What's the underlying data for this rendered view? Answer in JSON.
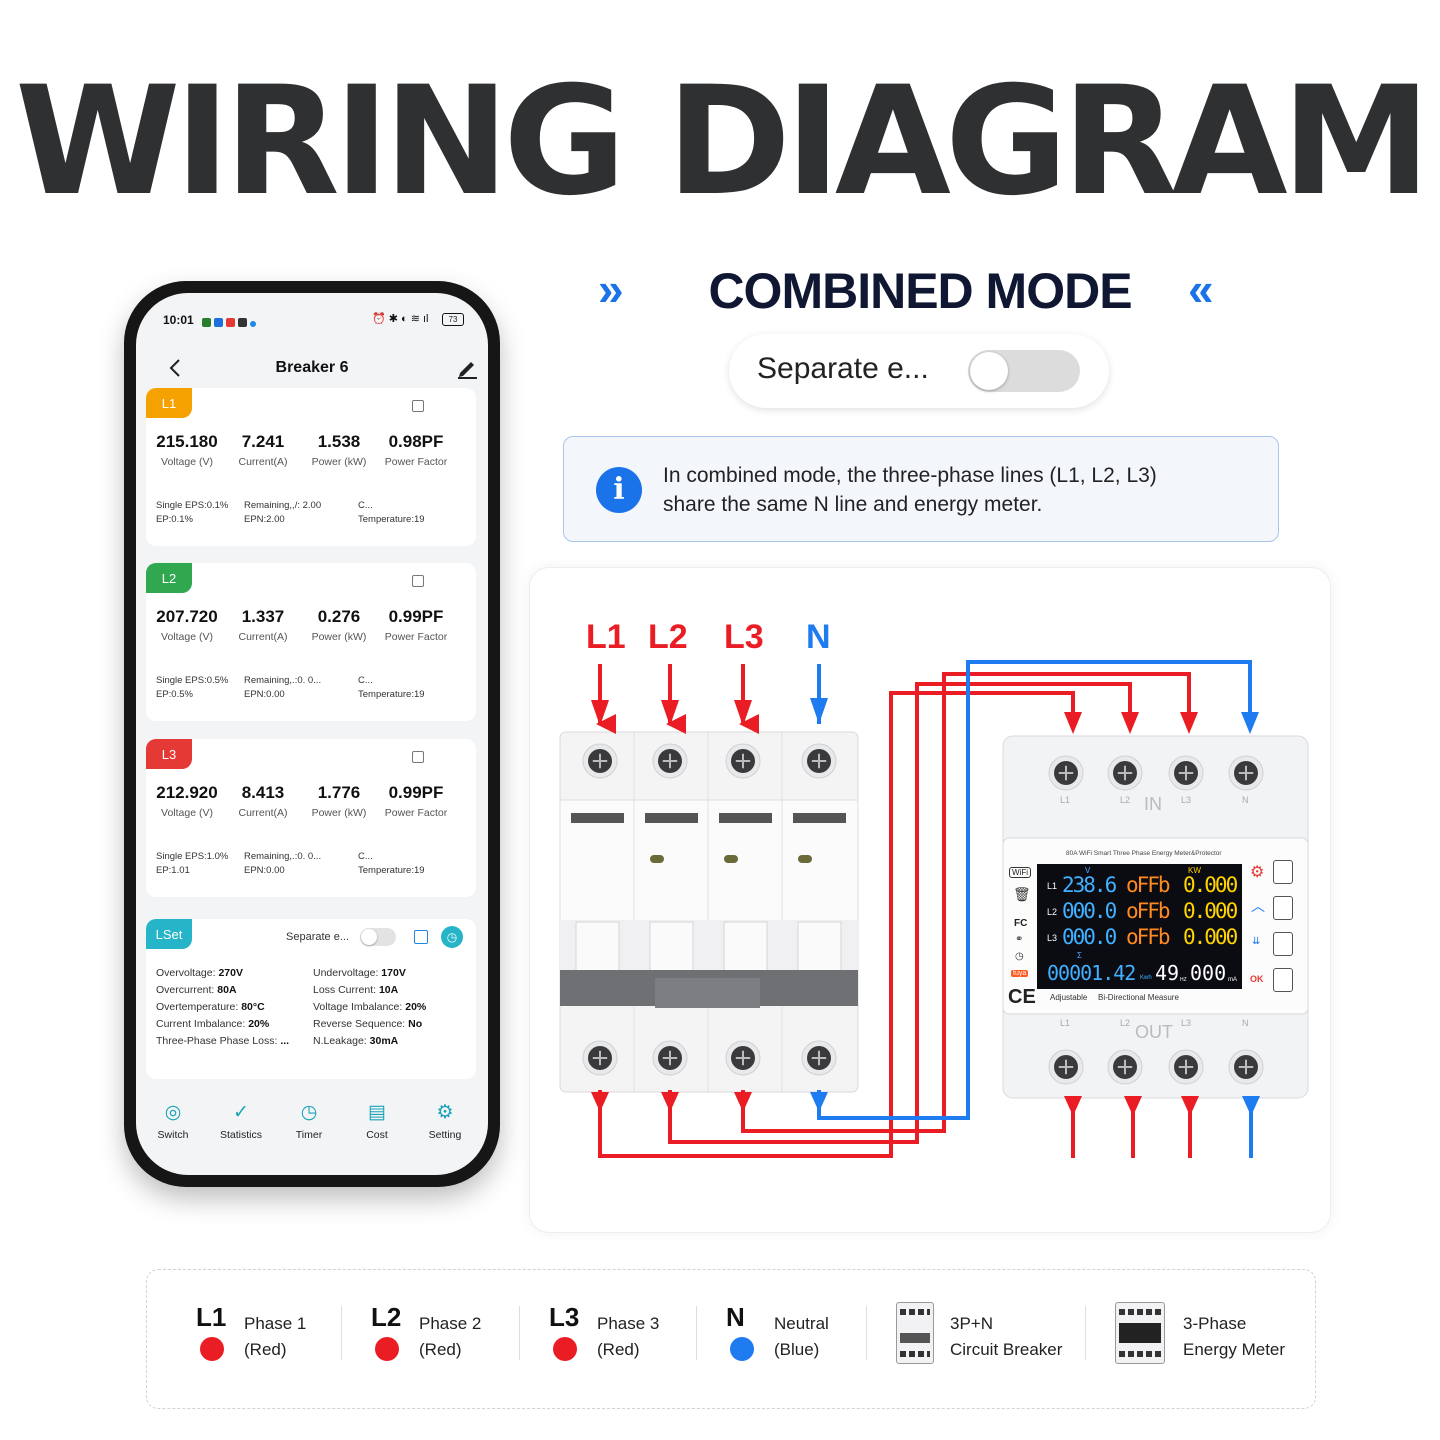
{
  "title": "WIRING DIAGRAM",
  "mode_title": "COMBINED MODE",
  "chevron_left": "»",
  "chevron_right": "«",
  "toggle_label": "Separate e...",
  "info_text_1": "In combined mode, the three-phase lines (L1, L2, L3)",
  "info_text_2": "share the same N line and energy meter.",
  "colors": {
    "red": "#ea1c24",
    "blue": "#1f7cf0",
    "l1_tag": "#f5a100",
    "l2_tag": "#2fa84f",
    "l3_tag": "#e53935",
    "lset_tag": "#26b5c8"
  },
  "phone": {
    "status_time": "10:01",
    "status_battery": "73",
    "header_title": "Breaker 6",
    "phases": [
      {
        "tag": "L1",
        "voltage": "215.180",
        "current": "7.241",
        "power": "1.538",
        "pf": "0.98PF",
        "eps": "Single EPS:0.1%",
        "ep": "EP:0.1%",
        "remaining": "Remaining,,/: 2.00",
        "epn": "EPN:2.00",
        "c": "C...",
        "temperature": "Temperature:19"
      },
      {
        "tag": "L2",
        "voltage": "207.720",
        "current": "1.337",
        "power": "0.276",
        "pf": "0.99PF",
        "eps": "Single EPS:0.5%",
        "ep": "EP:0.5%",
        "remaining": "Remaining,.:0.   0...",
        "epn": "EPN:0.00",
        "c": "C...",
        "temperature": "Temperature:19"
      },
      {
        "tag": "L3",
        "voltage": "212.920",
        "current": "8.413",
        "power": "1.776",
        "pf": "0.99PF",
        "eps": "Single EPS:1.0%",
        "ep": "EP:1.01",
        "remaining": "Remaining,.:0.   0...",
        "epn": "EPN:0.00",
        "c": "C...",
        "temperature": "Temperature:19"
      }
    ],
    "labels": {
      "voltage": "Voltage (V)",
      "current": "Current(A)",
      "power": "Power (kW)",
      "pf": "Power Factor"
    },
    "lset": {
      "tag": "LSet",
      "toggle": "Separate e...",
      "rows": [
        {
          "k1": "Overvoltage:",
          "v1": "270V",
          "k2": "Undervoltage:",
          "v2": "170V"
        },
        {
          "k1": "Overcurrent:",
          "v1": "80A",
          "k2": "Loss Current:",
          "v2": "10A"
        },
        {
          "k1": "Overtemperature:",
          "v1": "80°C",
          "k2": "Voltage Imbalance:",
          "v2": "20%"
        },
        {
          "k1": "Current Imbalance:",
          "v1": "20%",
          "k2": "Reverse Sequence:",
          "v2": "No"
        },
        {
          "k1": "Three-Phase Phase Loss:",
          "v1": "...",
          "k2": "N.Leakage:",
          "v2": "30mA"
        }
      ]
    },
    "nav": [
      "Switch",
      "Statistics",
      "Timer",
      "Cost",
      "Setting"
    ]
  },
  "diagram": {
    "wire_labels": [
      "L1",
      "L2",
      "L3",
      "N"
    ],
    "meter_header": "80A WiFi Smart Three Phase Energy Meter&Protector",
    "meter_in": "IN",
    "meter_out": "OUT",
    "meter_term_labels": [
      "L1",
      "L2",
      "L3",
      "N"
    ],
    "lcd": {
      "col_v": "V",
      "col_kw": "KW",
      "rows": [
        {
          "ph": "L1",
          "v": "238.6",
          "mid": "oFFb",
          "kw": "0.000"
        },
        {
          "ph": "L2",
          "v": "000.0",
          "mid": "oFFb",
          "kw": "0.000"
        },
        {
          "ph": "L3",
          "v": "000.0",
          "mid": "oFFb",
          "kw": "0.000"
        }
      ],
      "sigma": "Σ",
      "energy": "00001.42",
      "energy_unit": "Kwh",
      "freq": "49",
      "freq_unit": "HZ",
      "leak": "000",
      "leak_unit": "mA"
    },
    "meter_side": [
      "WiFi",
      "FC",
      "tuya",
      "CE"
    ],
    "meter_footer_1": "Adjustable",
    "meter_footer_2": "Bi-Directional Measure",
    "ok_label": "OK"
  },
  "legend": [
    {
      "code": "L1",
      "line1": "Phase 1",
      "line2": "(Red)",
      "color": "#ea1c24"
    },
    {
      "code": "L2",
      "line1": "Phase 2",
      "line2": "(Red)",
      "color": "#ea1c24"
    },
    {
      "code": "L3",
      "line1": "Phase 3",
      "line2": "(Red)",
      "color": "#ea1c24"
    },
    {
      "code": "N",
      "line1": "Neutral",
      "line2": "(Blue)",
      "color": "#1f7cf0"
    },
    {
      "code": "",
      "line1": "3P+N",
      "line2": "Circuit Breaker",
      "color": ""
    },
    {
      "code": "",
      "line1": "3-Phase",
      "line2": "Energy Meter",
      "color": ""
    }
  ]
}
